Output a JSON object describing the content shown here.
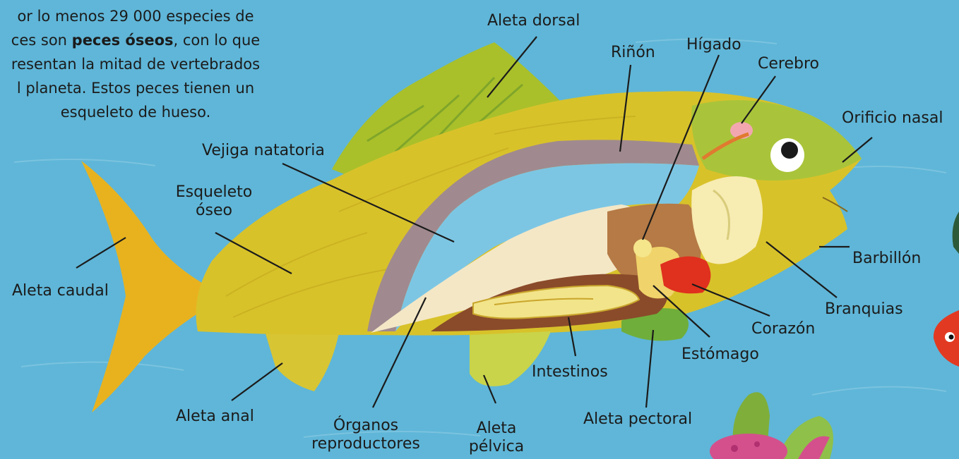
{
  "intro": {
    "text_before": "or lo menos 29 000 especies de",
    "text_line2a": "ces son ",
    "bold": "peces óseos",
    "text_line2b": ", con lo que",
    "text_line3": "resentan la mitad de vertebrados",
    "text_line4": "l planeta. Estos peces tienen un",
    "text_line5": "esqueleto de hueso."
  },
  "labels": {
    "aleta_dorsal": "Aleta dorsal",
    "rinon": "Riñón",
    "higado": "Hígado",
    "cerebro": "Cerebro",
    "orificio_nasal": "Orificio nasal",
    "vejiga_natatoria": "Vejiga natatoria",
    "esqueleto_1": "Esqueleto",
    "esqueleto_2": "óseo",
    "aleta_caudal": "Aleta caudal",
    "barbillon": "Barbillón",
    "branquias": "Branquias",
    "corazon": "Corazón",
    "estomago": "Estómago",
    "intestinos": "Intestinos",
    "aleta_anal": "Aleta anal",
    "organos_1": "Órganos",
    "organos_2": "reproductores",
    "aleta_pelvica_1": "Aleta",
    "aleta_pelvica_2": "pélvica",
    "aleta_pectoral": "Aleta pectoral"
  },
  "colors": {
    "water": "#5fb6d8",
    "fish_body": "#d8c22a",
    "fish_back": "#b7c424",
    "head": "#a9c43a",
    "bladder": "#a08a8f",
    "gut": "#f2e48a",
    "heart": "#e0301e"
  }
}
